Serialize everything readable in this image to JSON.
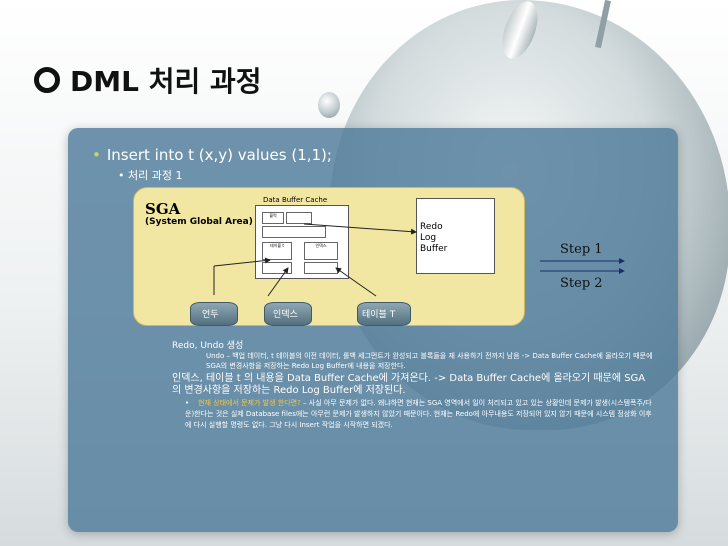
{
  "title": "DML 처리 과정",
  "bullets": {
    "level1": "Insert into t (x,y) values (1,1);",
    "level2": "처리 과정 1"
  },
  "diagram": {
    "sga_title": "SGA",
    "sga_subtitle": "(System Global Area)",
    "data_buffer_cache": "Data Buffer Cache",
    "cell_top": "블럭",
    "cell_left": "테이블 t",
    "cell_right": "인덱스",
    "redo_log_buffer_1": "Redo",
    "redo_log_buffer_2": "Log",
    "redo_log_buffer_3": "Buffer",
    "undo": "언두",
    "index": "인덱스",
    "table": "테이블 T",
    "step1": "Step 1",
    "step2": "Step 2"
  },
  "notes": {
    "redo_undo": "Redo, Undo 생성",
    "undo_desc": "Undo – 백업 데이터, t 테이블의 이전 데이터, 롤백 세그먼트가 완성되고 블록들을 재 사용하기 전까지 남음 -> Data Buffer Cache에 올라오기 때문에 SGA의 변경사항을 저장하는 Redo Log Buffer에 내용을 저장한다.",
    "main": "인덱스, 테이블 t 의 내용을 Data Buffer Cache에 가져온다. -> Data Buffer Cache에 올라오기 때문에 SGA의 변경사항을 저장하는 Redo Log Buffer에 저장된다.",
    "highlight": "현재 상태에서 문제가 발생 한다면?",
    "detail": " – 사실 아무 문제가 없다. 왜냐하면 현재는 SGA 영역에서 일이 처리되고 있고 있는 상황인데 문제가 발생(시스템폭주/다운)한다는 것은 실제 Database files에는 아무런 문제가 발생하지 않았기 때문이다. 현재는 Redo에 아무내용도 저장되어 있지 않기 때문에 시스템 정상화 이후에 다시 실행할 명령도 없다. 그냥 다시 Insert 작업을 시작하면 되겠다."
  },
  "colors": {
    "panel": "#4f7b9a",
    "sga": "#f2e6a3",
    "highlight": "#f5c842"
  }
}
